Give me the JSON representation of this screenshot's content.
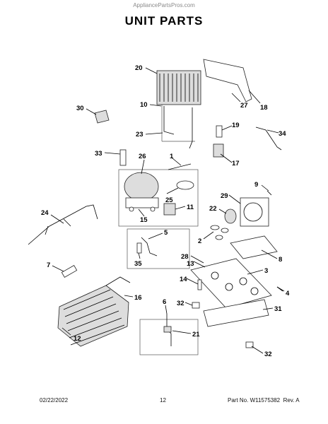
{
  "watermark": "AppliancePartsPros.com",
  "title": "UNIT PARTS",
  "footer": {
    "date": "02/22/2022",
    "page": "12",
    "part": "Part No. W11575382  Rev. A"
  },
  "callouts": [
    "20",
    "18",
    "27",
    "10",
    "30",
    "19",
    "34",
    "23",
    "17",
    "33",
    "26",
    "1",
    "25",
    "9",
    "29",
    "24",
    "11",
    "22",
    "15",
    "5",
    "8",
    "2",
    "28",
    "13",
    "7",
    "35",
    "3",
    "14",
    "4",
    "16",
    "6",
    "32",
    "31",
    "21",
    "12",
    "32"
  ]
}
